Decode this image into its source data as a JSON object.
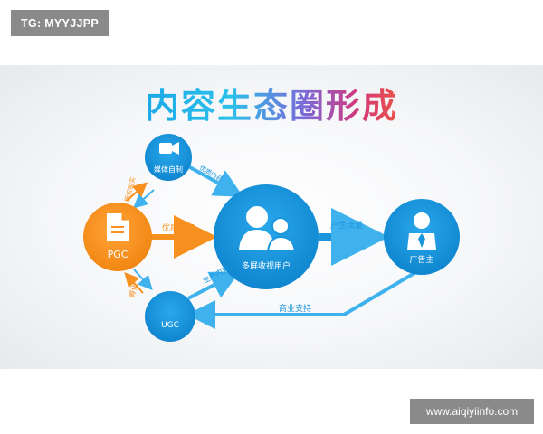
{
  "badges": {
    "top_left": "TG: MYYJJPP",
    "bottom_right": "www.aiqiyiinfo.com"
  },
  "diagram": {
    "title": "内容生态圈形成",
    "nodes": {
      "media": "媒体自制",
      "pgc": "PGC",
      "ugc": "UGC",
      "users": "多屏收视用户",
      "advertiser": "广告主"
    },
    "edges": {
      "pgc_to_users": "优质内容",
      "media_to_users": "优质内容",
      "media_pgc_link": "版权购买",
      "ugc_to_users": "生产内容",
      "pgc_ugc_link": "孵化",
      "users_to_advertiser": "产生流量",
      "advertiser_to_ugc": "商业支持"
    },
    "colors": {
      "blue": "#1996dc",
      "light_blue": "#3fb2ee",
      "orange": "#f7901e",
      "title_start": "#1aa7e8",
      "title_end": "#f05a3c"
    },
    "icons": {
      "media": "video-camera-icon",
      "pgc": "document-icon",
      "users": "users-icon",
      "advertiser": "businessman-icon"
    }
  }
}
